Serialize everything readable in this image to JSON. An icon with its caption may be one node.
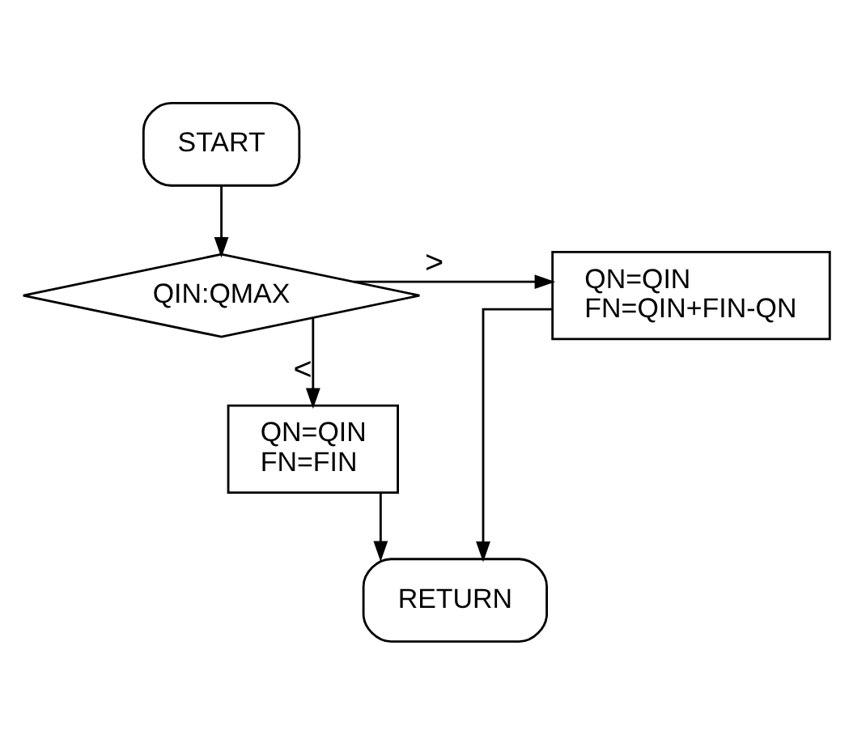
{
  "diagram": {
    "nodes": [
      {
        "text": [
          "START"
        ]
      },
      {
        "text": [
          "QIN:QMAX"
        ]
      },
      {
        "text": [
          "QN=QIN",
          "FN=QIN+FIN-QN"
        ]
      },
      {
        "text": [
          "QN=QIN",
          "FN=FIN"
        ]
      },
      {
        "text": [
          "RETURN"
        ]
      }
    ],
    "edges": [
      {
        "from": 0,
        "to": 1,
        "arrow": "to"
      },
      {
        "from": 1,
        "to": 2,
        "arrow": "to",
        "label": ">"
      },
      {
        "from": 1,
        "to": 3,
        "arrow": "to",
        "label": "<"
      },
      {
        "from": 3,
        "to": 4,
        "arrow": "to"
      },
      {
        "from": 2,
        "to": 4,
        "arrow": "to"
      }
    ]
  }
}
